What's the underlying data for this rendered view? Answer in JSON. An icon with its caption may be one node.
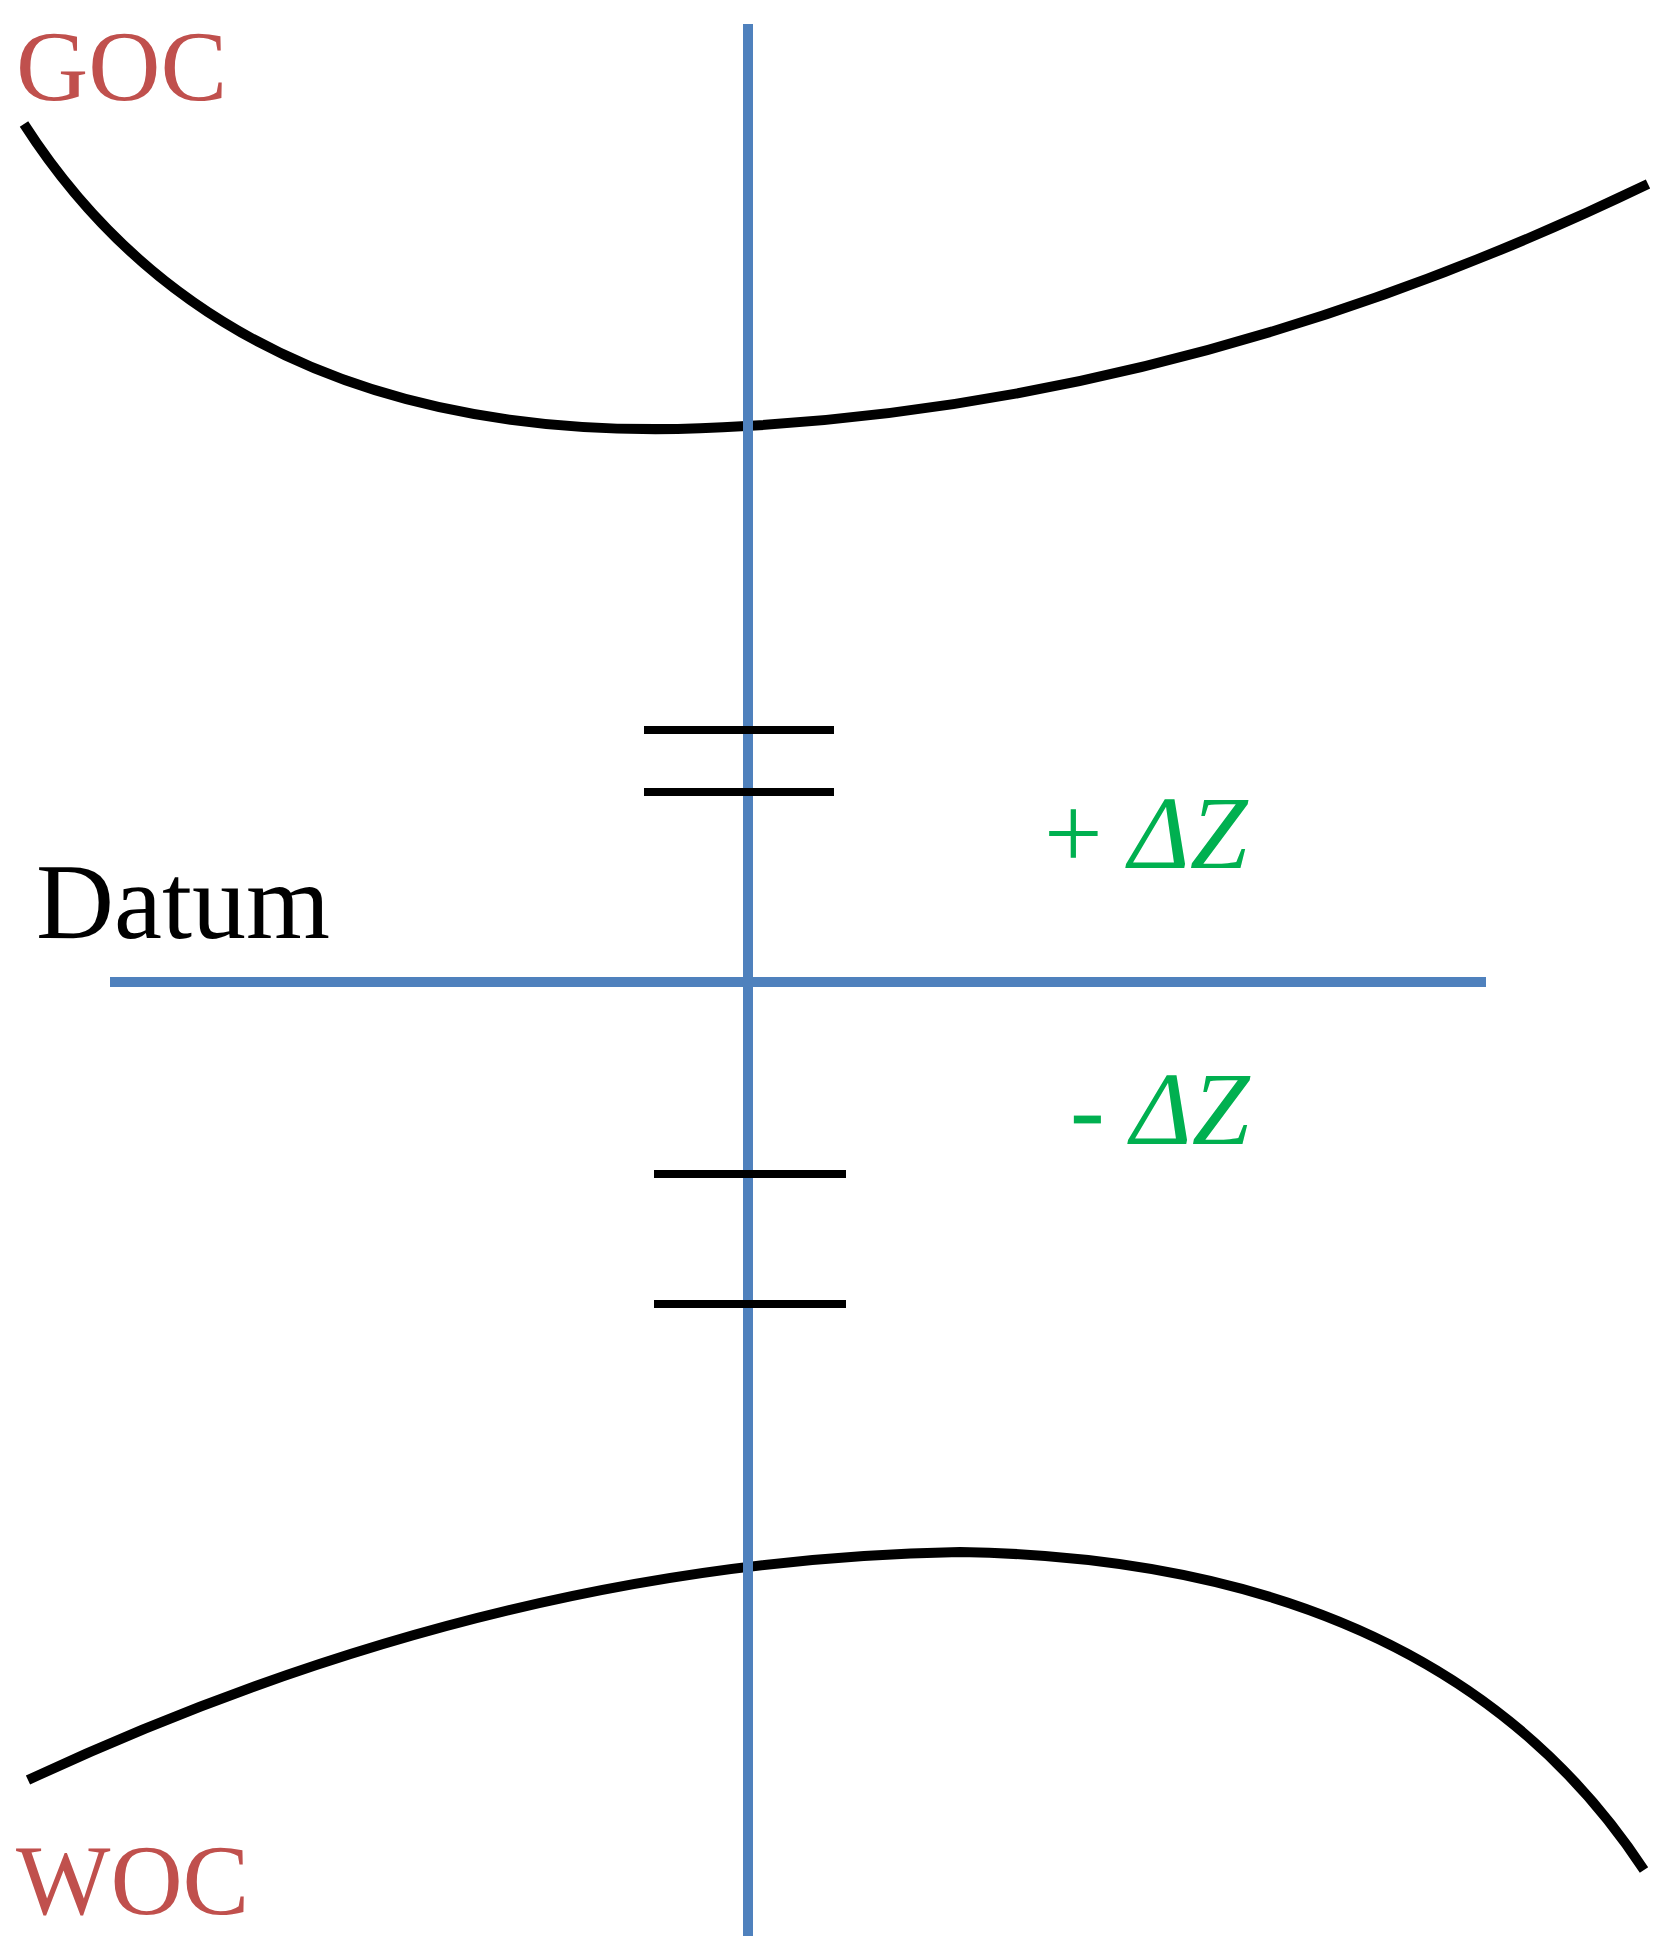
{
  "diagram": {
    "labels": [
      "GOC",
      "Datum",
      "+ *ΔZ*",
      "- *ΔZ*",
      "WOC"
    ]
  }
}
